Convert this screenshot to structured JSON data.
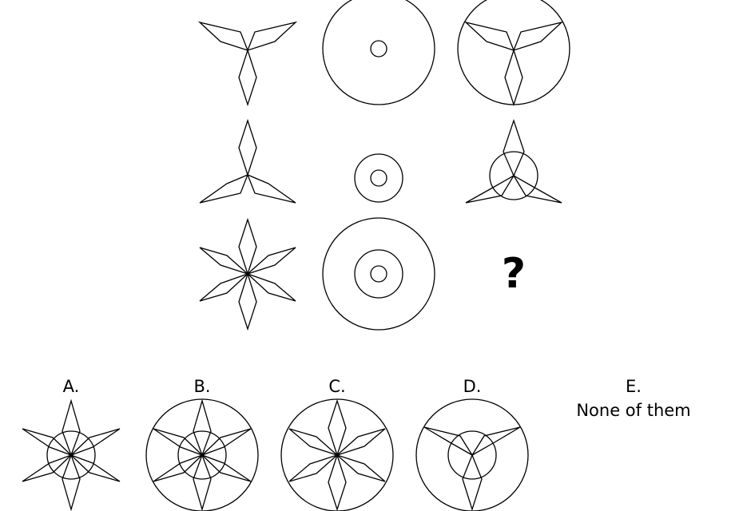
{
  "question_mark": "?",
  "options": [
    {
      "label": "A."
    },
    {
      "label": "B."
    },
    {
      "label": "C."
    },
    {
      "label": "D."
    },
    {
      "label": "E.",
      "text": "None of them"
    }
  ],
  "colors": {
    "stroke": "#000000",
    "background": "#ffffff"
  }
}
